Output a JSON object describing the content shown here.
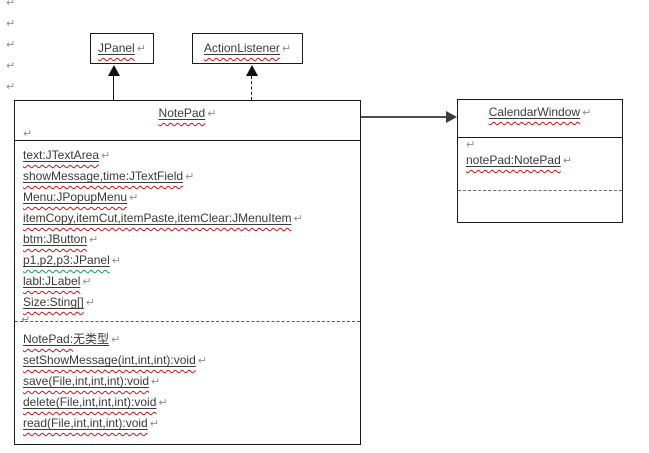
{
  "marks": {
    "pilcrow": "↵",
    "left_margin_pilcrow_count": 5
  },
  "colors": {
    "text": "#3a3a3a",
    "pilcrow": "#8e8e8e",
    "border": "#1a1a1a",
    "sq_red": "#cc1414",
    "sq_green": "#14a04a",
    "arrow": "#4d4d4d"
  },
  "classes": {
    "jpanel": {
      "title": "JPanel"
    },
    "actionlistener": {
      "title": "ActionListener"
    },
    "notepad": {
      "title": "NotePad",
      "attributes": [
        {
          "t": "text:JTextArea",
          "sq": "red"
        },
        {
          "t": "showMessage,time:JTextField",
          "sq": "red"
        },
        {
          "t": "Menu:JPopupMenu",
          "sq": "red"
        },
        {
          "t": "itemCopy,itemCut,itemPaste,itemClear:JMenuItem",
          "sq": "red"
        },
        {
          "t": "btm:JButton",
          "sq": "red"
        },
        {
          "t": "p1,p2,p3:JPanel",
          "sq": "green"
        },
        {
          "t": "labl:JLabel",
          "sq": "red"
        },
        {
          "t": "Size:Sting[]",
          "sq": "red"
        }
      ],
      "methods": [
        {
          "t": "NotePad:",
          "plain": "无类型",
          "sq": "red"
        },
        {
          "t": "setShowMessage(int,int,int):void",
          "sq": "red"
        },
        {
          "t": "save(File,int,int,int):void",
          "sq": "red"
        },
        {
          "t": "delete(File,int,int,int):void",
          "sq": "red"
        },
        {
          "t": "read(File,int,int,int):void",
          "sq": "red"
        }
      ]
    },
    "calendarwindow": {
      "title": "CalendarWindow",
      "attributes": [
        {
          "t": "notePad:NotePad",
          "sq": "red"
        }
      ]
    }
  },
  "relations": [
    {
      "from": "NotePad",
      "to": "JPanel",
      "type": "inheritance",
      "line": "solid"
    },
    {
      "from": "NotePad",
      "to": "ActionListener",
      "type": "realization",
      "line": "dashed"
    },
    {
      "from": "NotePad",
      "to": "CalendarWindow",
      "type": "association",
      "line": "solid"
    }
  ]
}
